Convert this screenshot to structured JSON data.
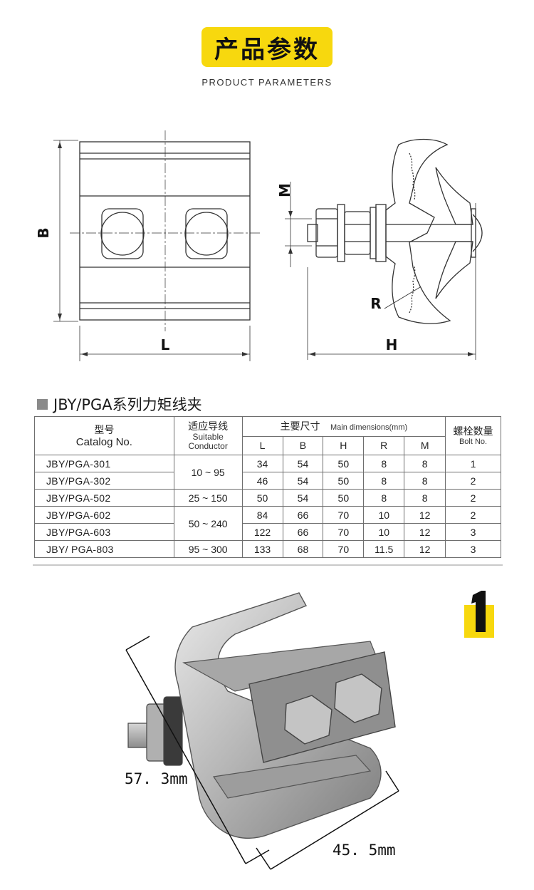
{
  "header": {
    "title_cn": "产品参数",
    "title_en": "PRODUCT PARAMETERS"
  },
  "diagram": {
    "labels": {
      "B": "B",
      "L": "L",
      "M": "M",
      "R": "R",
      "H": "H"
    }
  },
  "series_title": "JBY/PGA系列力矩线夹",
  "table": {
    "header": {
      "model_cn": "型号",
      "model_en": "Catalog No.",
      "conductor_cn": "适应导线",
      "conductor_en_1": "Suitable",
      "conductor_en_2": "Conductor",
      "dims_cn": "主要尺寸",
      "dims_en": "Main dimensions(mm)",
      "bolt_cn": "螺栓数量",
      "bolt_en": "Bolt No.",
      "dim_cols": [
        "L",
        "B",
        "H",
        "R",
        "M"
      ]
    },
    "rows": [
      {
        "model": "JBY/PGA-301",
        "L": "34",
        "B": "54",
        "H": "50",
        "R": "8",
        "M": "8",
        "bolt": "1"
      },
      {
        "model": "JBY/PGA-302",
        "L": "46",
        "B": "54",
        "H": "50",
        "R": "8",
        "M": "8",
        "bolt": "2"
      },
      {
        "model": "JBY/PGA-502",
        "L": "50",
        "B": "54",
        "H": "50",
        "R": "8",
        "M": "8",
        "bolt": "2"
      },
      {
        "model": "JBY/PGA-602",
        "L": "84",
        "B": "66",
        "H": "70",
        "R": "10",
        "M": "12",
        "bolt": "2"
      },
      {
        "model": "JBY/PGA-603",
        "L": "122",
        "B": "66",
        "H": "70",
        "R": "10",
        "M": "12",
        "bolt": "3"
      },
      {
        "model": "JBY/ PGA-803",
        "L": "133",
        "B": "68",
        "H": "70",
        "R": "11.5",
        "M": "12",
        "bolt": "3"
      }
    ],
    "conductor_groups": [
      "10 ~ 95",
      "25 ~ 150",
      "50 ~ 240",
      "95 ~ 300"
    ]
  },
  "photo": {
    "dim_a": "57. 3mm",
    "dim_b": "45. 5mm",
    "badge": "1"
  },
  "colors": {
    "accent": "#f7d80e",
    "watermark": "#5b7fd8"
  }
}
